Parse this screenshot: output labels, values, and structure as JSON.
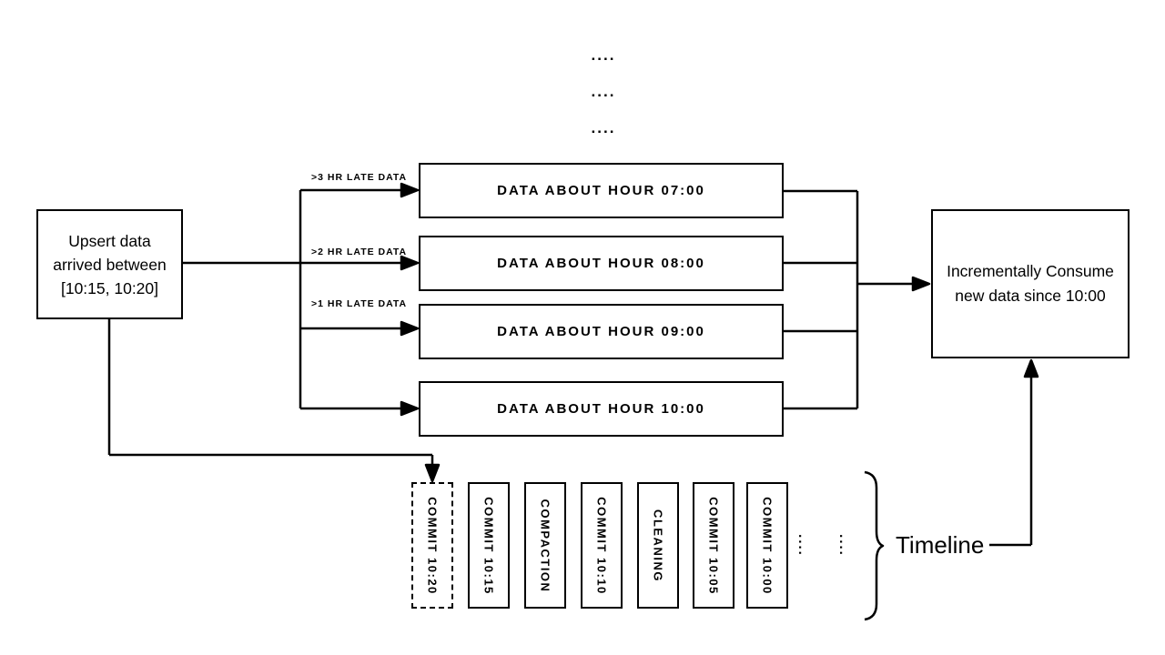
{
  "diagram": {
    "title_semantics": "Incremental data consumption with late-arriving data and commit timeline",
    "top_ellipsis": {
      "row1": "....",
      "row2": "....",
      "row3": "...."
    },
    "upsert_box": {
      "line1": "Upsert data",
      "line2": "arrived between",
      "line3": "[10:15, 10:20]"
    },
    "late_data_labels": [
      ">3 HR LATE DATA",
      ">2 HR LATE DATA",
      ">1 HR LATE DATA"
    ],
    "hour_boxes": [
      "DATA ABOUT HOUR 07:00",
      "DATA ABOUT HOUR 08:00",
      "DATA ABOUT HOUR 09:00",
      "DATA ABOUT HOUR 10:00"
    ],
    "consumer_box": {
      "line1": "Incrementally Consume",
      "line2": "new data since 10:00"
    },
    "timeline": {
      "events": [
        {
          "label": "COMMIT  10:20",
          "border": "dashed"
        },
        {
          "label": "COMMIT  10:15",
          "border": "solid"
        },
        {
          "label": "COMPACTION",
          "border": "solid"
        },
        {
          "label": "COMMIT  10:10",
          "border": "solid"
        },
        {
          "label": "CLEANING",
          "border": "solid"
        },
        {
          "label": "COMMIT  10:05",
          "border": "solid"
        },
        {
          "label": "COMMIT  10:00",
          "border": "solid"
        }
      ],
      "ellipsis_columns": {
        "col1": "....",
        "col2": "...."
      },
      "brace_label": "Timeline"
    },
    "colors": {
      "ink": "#000000",
      "background": "#ffffff"
    }
  }
}
